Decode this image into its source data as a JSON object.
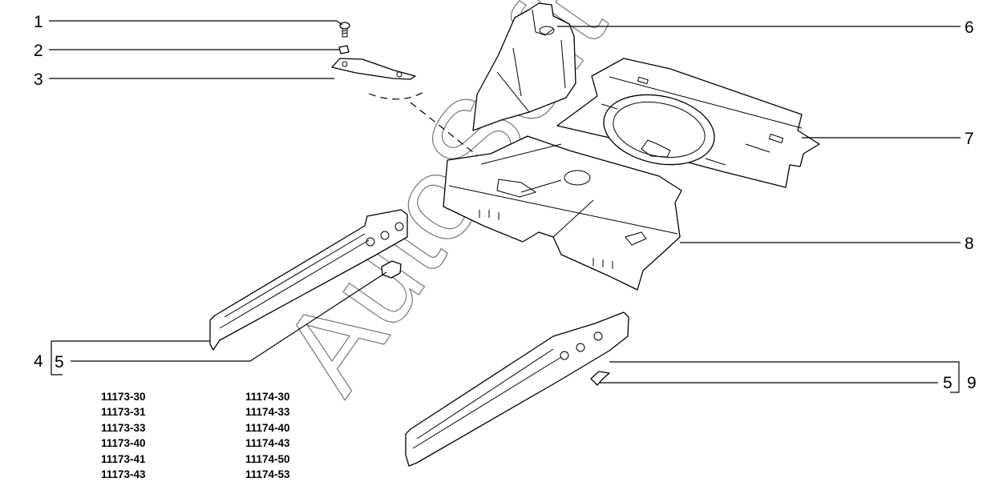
{
  "watermark": "AutoSoft",
  "callouts": {
    "c1": "1",
    "c2": "2",
    "c3": "3",
    "c4": "4",
    "c5_left": "5",
    "c6": "6",
    "c7": "7",
    "c8": "8",
    "c5_right": "5",
    "c9": "9"
  },
  "model_codes": {
    "left": [
      "11173-30",
      "11173-31",
      "11173-33",
      "11173-40",
      "11173-41",
      "11173-43"
    ],
    "right": [
      "11174-30",
      "11174-33",
      "11174-40",
      "11174-43",
      "11174-50",
      "11174-53"
    ]
  }
}
